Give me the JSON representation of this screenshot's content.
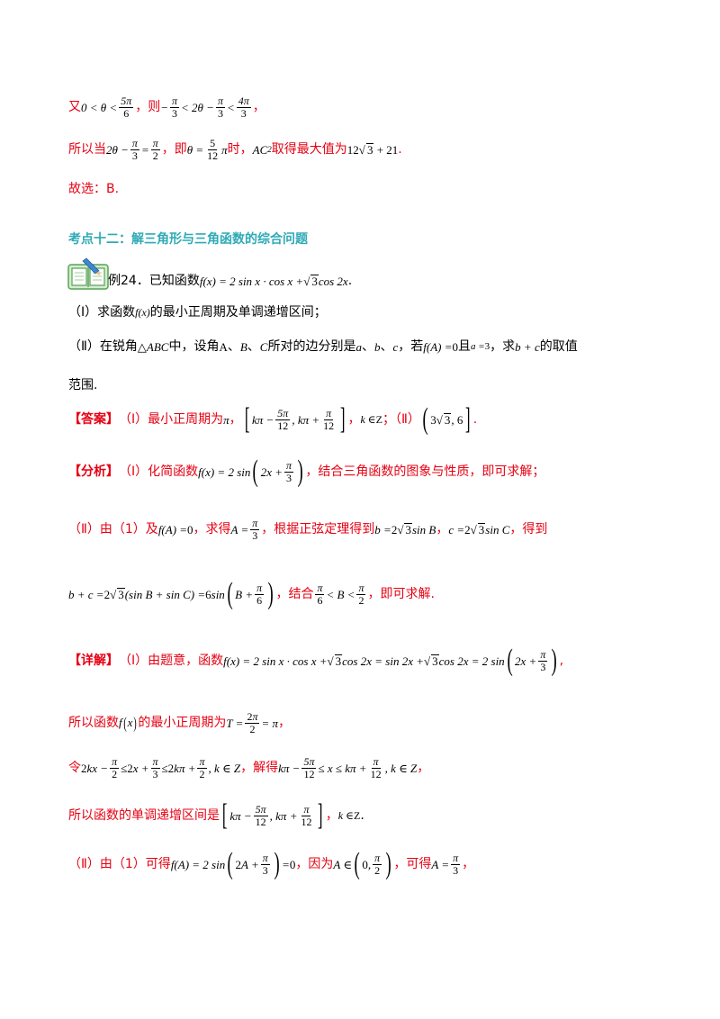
{
  "l1": {
    "t1": "又",
    "t2": "，则",
    "t3": "，"
  },
  "l2": {
    "t1": "所以当",
    "t2": "，即",
    "t3": "时，",
    "t4": "取得最大值为",
    "t5": "."
  },
  "l3": {
    "t1": "故选：B."
  },
  "section_title": "考点十二：解三角形与三角函数的综合问题",
  "example": {
    "label": "例24．已知函数",
    "end": "."
  },
  "q1": {
    "t1": "（Ⅰ）求函数",
    "t2": "的最小正周期及单调递增区间；"
  },
  "q2": {
    "t1": "（Ⅱ）在锐角",
    "t2": "中，设角",
    "t3": "、",
    "t4": "、",
    "t5": "所对的边分别是",
    "t6": "、",
    "t7": "、",
    "t8": "，若",
    "t9": "且",
    "t10": "，求",
    "t11": "的取值",
    "t12": "范围."
  },
  "answer": {
    "label": "【答案】",
    "t1": "（Ⅰ）最小正周期为",
    "t2": "，",
    "t3": "，",
    "t4": "；（Ⅱ）",
    "t5": "."
  },
  "analysis": {
    "label": "【分析】",
    "t1": "（Ⅰ）化简函数",
    "t2": "，结合三角函数的图象与性质，即可求解；"
  },
  "analysis2": {
    "t1": "（Ⅱ）由（1）及",
    "t2": "，求得",
    "t3": "，根据正弦定理得到",
    "t4": "，",
    "t5": "，得到"
  },
  "analysis3": {
    "t1": "，结合",
    "t2": "，即可求解."
  },
  "detail": {
    "label": "【详解】",
    "t1": "（Ⅰ）由题意，函数",
    "t2": ","
  },
  "d2": {
    "t1": "所以函数",
    "t2": "的最小正周期为",
    "t3": "，"
  },
  "d3": {
    "t1": "令",
    "t2": "，解得",
    "t3": "，"
  },
  "d4": {
    "t1": "所以函数的单调递增区间是",
    "t2": "，",
    "t3": "."
  },
  "d5": {
    "t1": "（Ⅱ）由（1）可得",
    "t2": "，因为",
    "t3": "，可得",
    "t4": "，"
  }
}
